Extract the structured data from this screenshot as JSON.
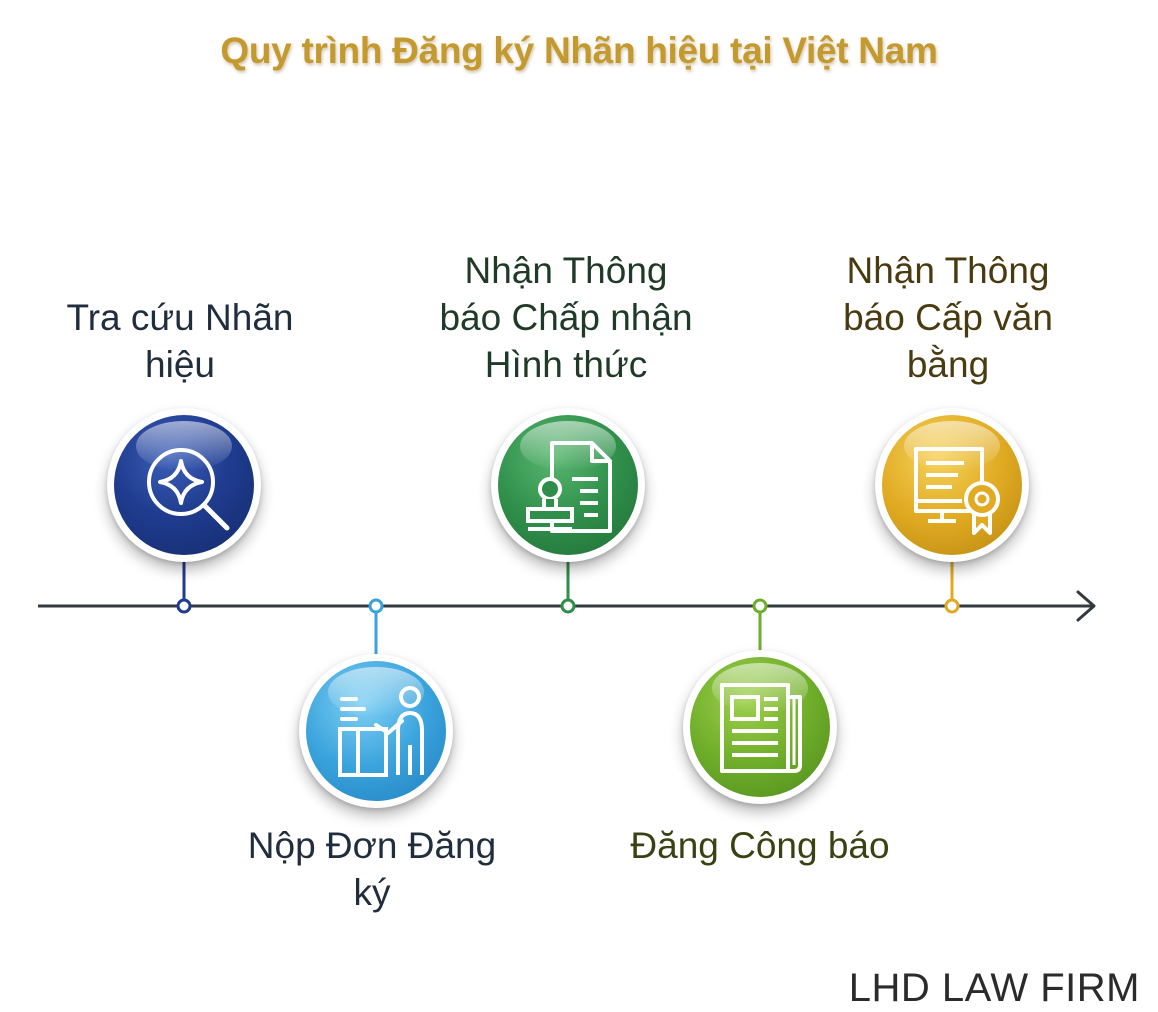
{
  "title": "Quy trình Đăng ký Nhãn hiệu tại Việt Nam",
  "steps": [
    {
      "label_lines": [
        "Tra cứu Nhãn",
        "hiệu"
      ],
      "icon": "search-sparkle-icon",
      "color": "#1f3c8f",
      "position": "above"
    },
    {
      "label_lines": [
        "Nộp Đơn Đăng",
        "ký"
      ],
      "icon": "person-filing-desk-icon",
      "color": "#3aa3dc",
      "position": "below"
    },
    {
      "label_lines": [
        "Nhận Thông",
        "báo Chấp nhận",
        "Hình thức"
      ],
      "icon": "document-stamp-icon",
      "color": "#2f8f4a",
      "position": "above"
    },
    {
      "label_lines": [
        "Đăng Công báo"
      ],
      "icon": "newspaper-icon",
      "color": "#6fae2a",
      "position": "below"
    },
    {
      "label_lines": [
        "Nhận Thông",
        "báo Cấp văn",
        "bằng"
      ],
      "icon": "certificate-icon",
      "color": "#e0aa22",
      "position": "above"
    }
  ],
  "brand": "LHD LAW FIRM"
}
